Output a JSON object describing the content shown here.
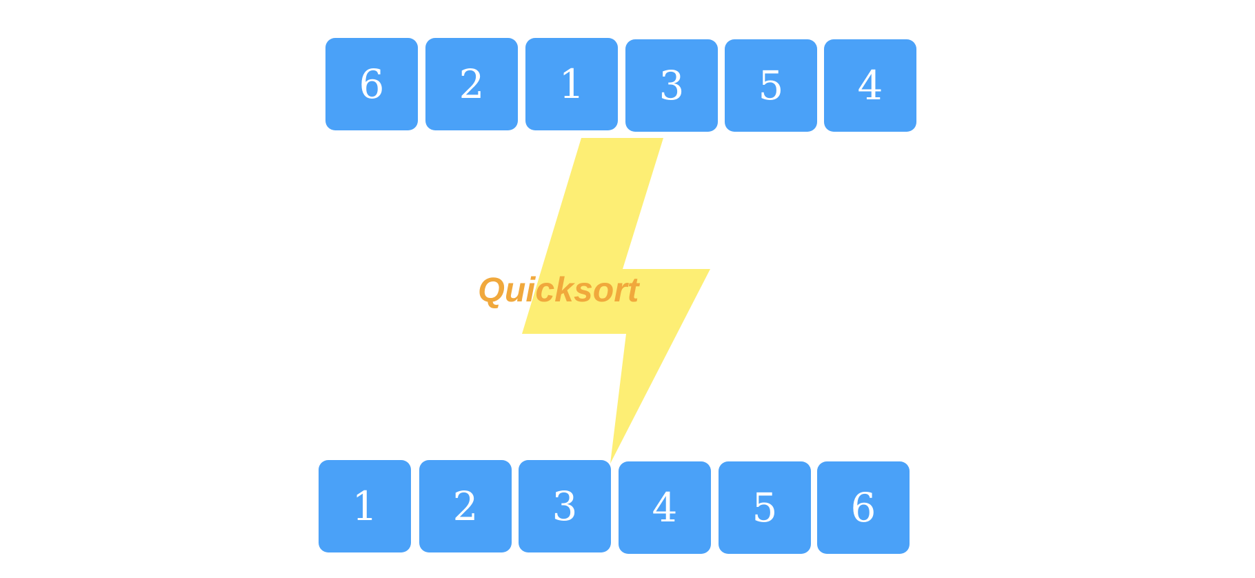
{
  "title": "Quicksort",
  "bolt_color": "#fdee74",
  "box_color": "#4aa1f8",
  "unsorted": [
    "6",
    "2",
    "1",
    "3",
    "5",
    "4"
  ],
  "sorted": [
    "1",
    "2",
    "3",
    "4",
    "5",
    "6"
  ]
}
